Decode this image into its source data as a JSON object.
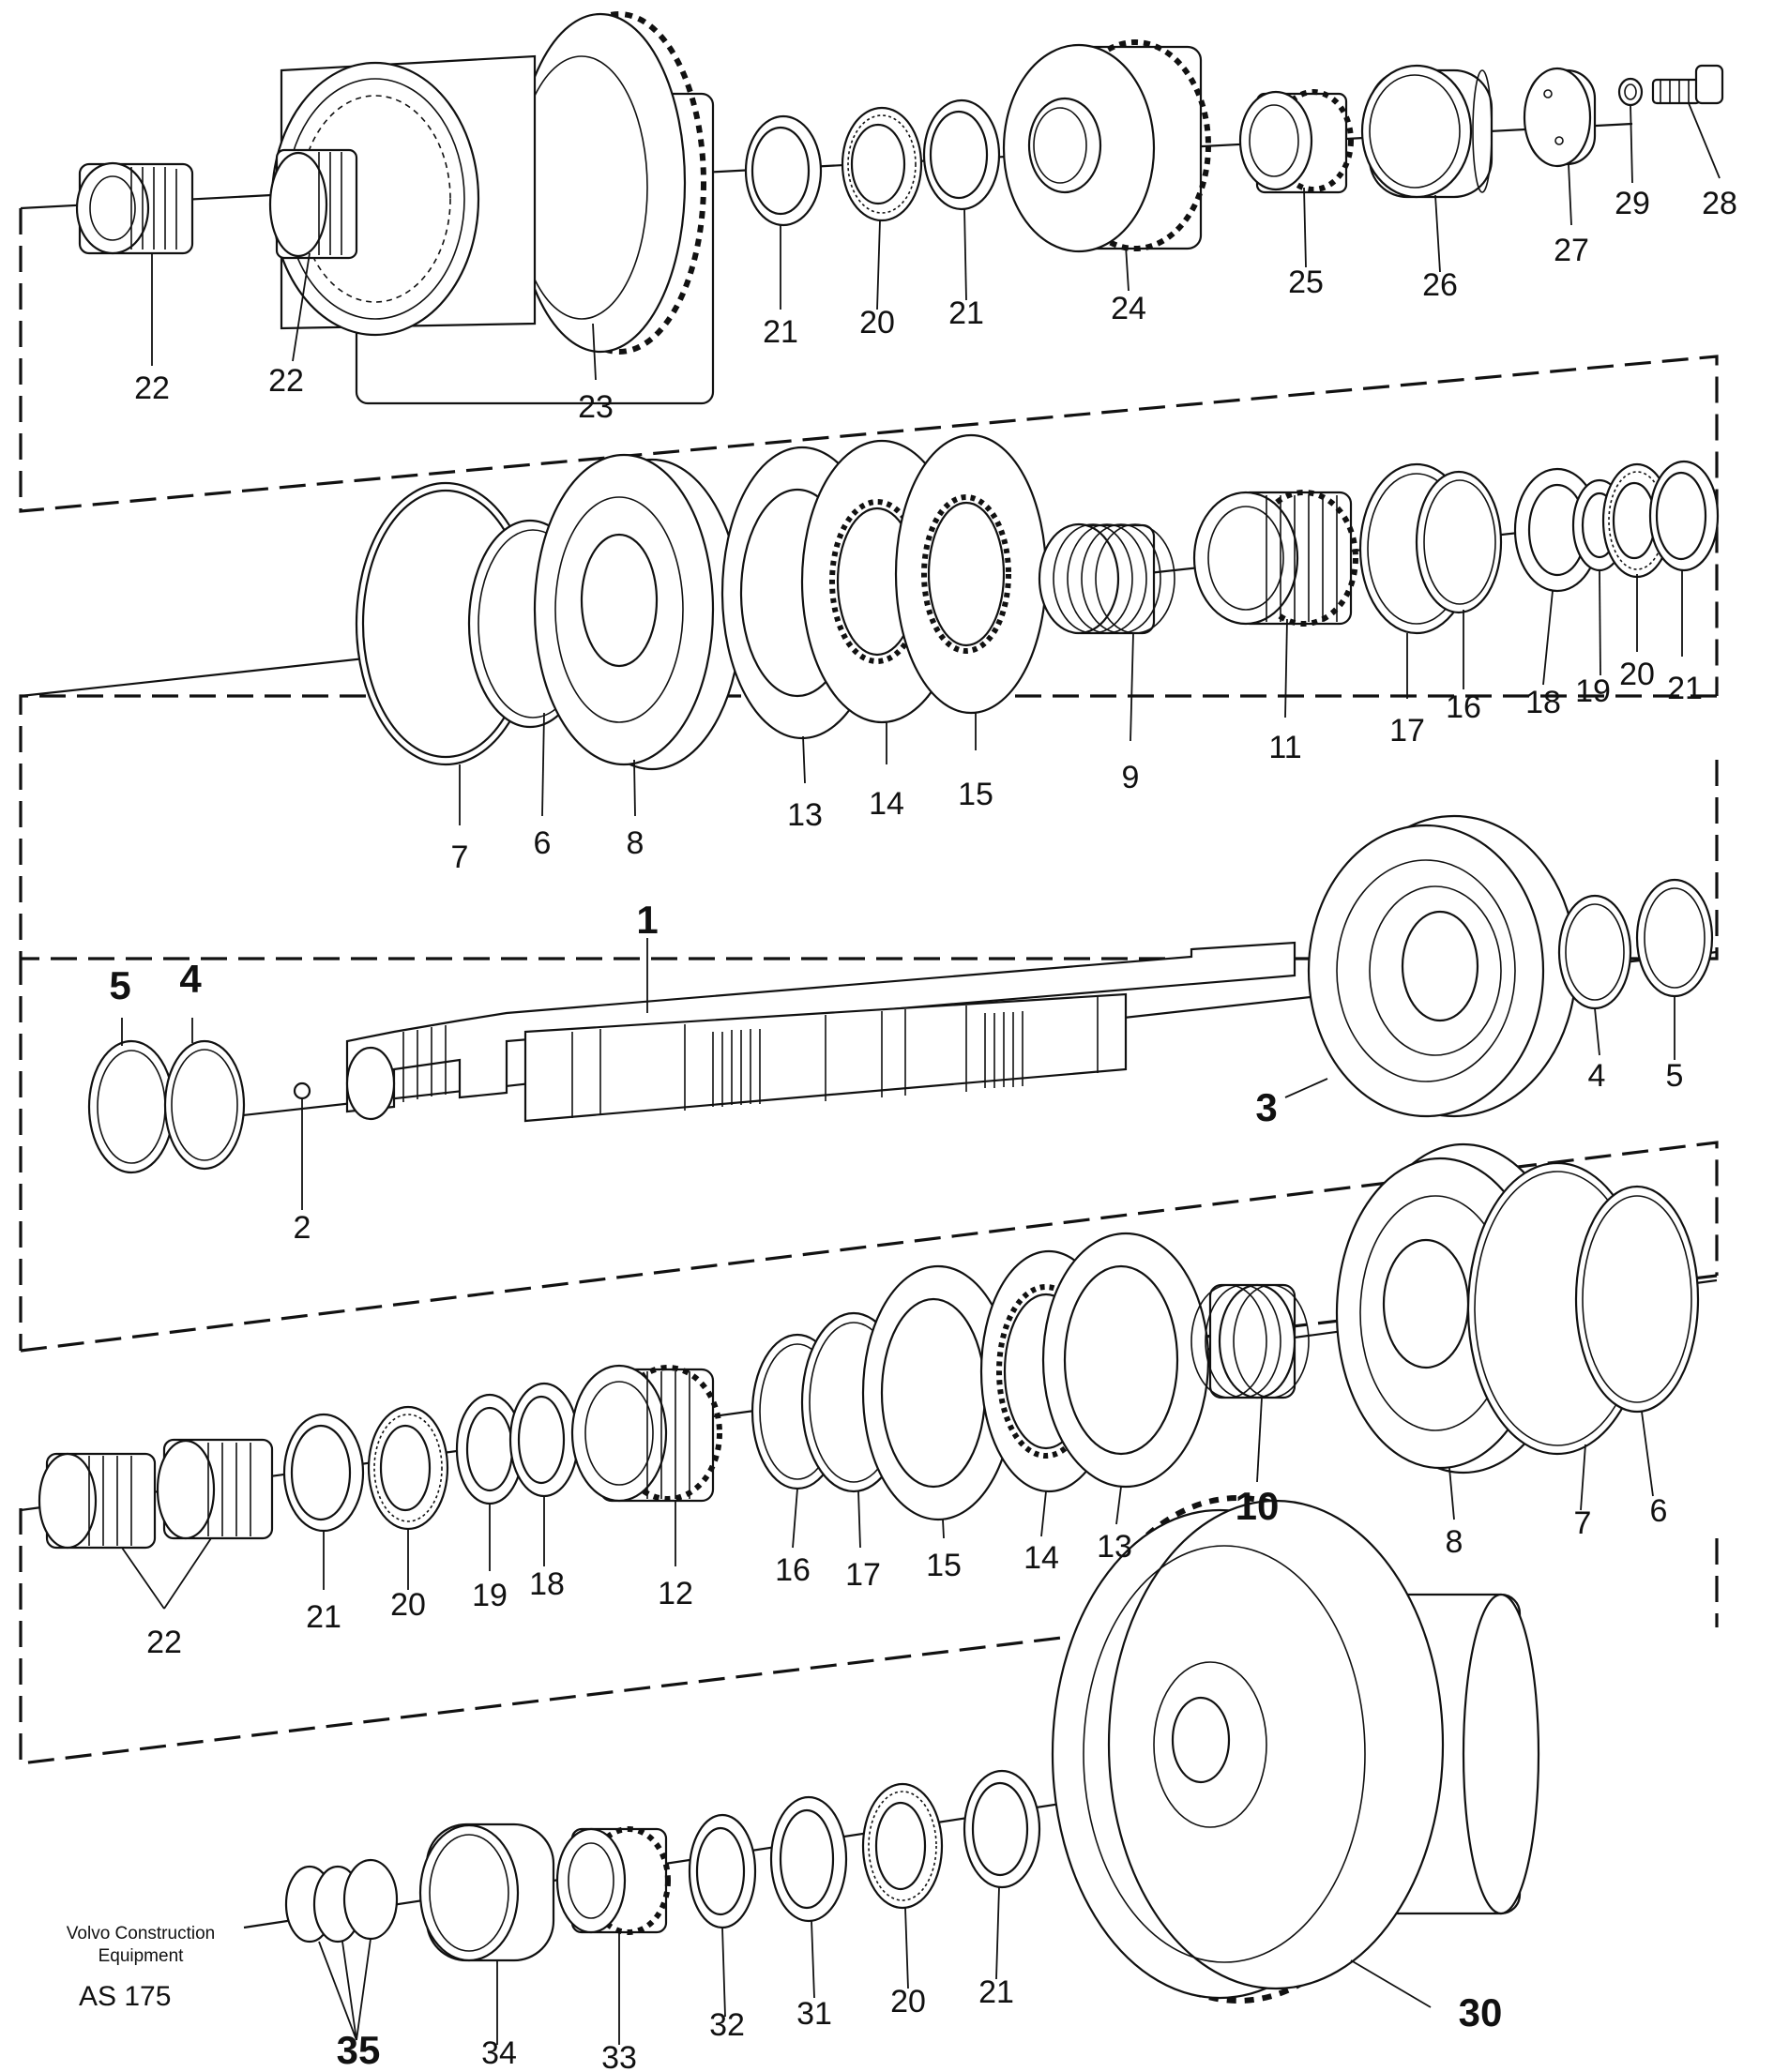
{
  "diagram": {
    "footer": {
      "company_line1": "Volvo Construction",
      "company_line2": "Equipment",
      "code": "AS 175"
    },
    "labels": [
      {
        "id": "l22a",
        "text": "22"
      },
      {
        "id": "l22b",
        "text": "22"
      },
      {
        "id": "l23",
        "text": "23"
      },
      {
        "id": "l21a",
        "text": "21"
      },
      {
        "id": "l20a",
        "text": "20"
      },
      {
        "id": "l21b",
        "text": "21"
      },
      {
        "id": "l24",
        "text": "24"
      },
      {
        "id": "l25",
        "text": "25"
      },
      {
        "id": "l26",
        "text": "26"
      },
      {
        "id": "l27",
        "text": "27"
      },
      {
        "id": "l29",
        "text": "29"
      },
      {
        "id": "l28",
        "text": "28"
      },
      {
        "id": "l7a",
        "text": "7"
      },
      {
        "id": "l6a",
        "text": "6"
      },
      {
        "id": "l8a",
        "text": "8"
      },
      {
        "id": "l13a",
        "text": "13"
      },
      {
        "id": "l14a",
        "text": "14"
      },
      {
        "id": "l15a",
        "text": "15"
      },
      {
        "id": "l9",
        "text": "9"
      },
      {
        "id": "l11",
        "text": "11"
      },
      {
        "id": "l17a",
        "text": "17"
      },
      {
        "id": "l16a",
        "text": "16"
      },
      {
        "id": "l18a",
        "text": "18"
      },
      {
        "id": "l19a",
        "text": "19"
      },
      {
        "id": "l20b",
        "text": "20"
      },
      {
        "id": "l21c",
        "text": "21"
      },
      {
        "id": "l1",
        "text": "1"
      },
      {
        "id": "l5a",
        "text": "5"
      },
      {
        "id": "l4a",
        "text": "4"
      },
      {
        "id": "l2",
        "text": "2"
      },
      {
        "id": "l3",
        "text": "3"
      },
      {
        "id": "l4b",
        "text": "4"
      },
      {
        "id": "l5b",
        "text": "5"
      },
      {
        "id": "l22c",
        "text": "22"
      },
      {
        "id": "l21d",
        "text": "21"
      },
      {
        "id": "l20c",
        "text": "20"
      },
      {
        "id": "l19b",
        "text": "19"
      },
      {
        "id": "l18b",
        "text": "18"
      },
      {
        "id": "l12",
        "text": "12"
      },
      {
        "id": "l16b",
        "text": "16"
      },
      {
        "id": "l17b",
        "text": "17"
      },
      {
        "id": "l15b",
        "text": "15"
      },
      {
        "id": "l14b",
        "text": "14"
      },
      {
        "id": "l13b",
        "text": "13"
      },
      {
        "id": "l10",
        "text": "10"
      },
      {
        "id": "l8b",
        "text": "8"
      },
      {
        "id": "l7b",
        "text": "7"
      },
      {
        "id": "l6b",
        "text": "6"
      },
      {
        "id": "l35",
        "text": "35"
      },
      {
        "id": "l34",
        "text": "34"
      },
      {
        "id": "l33",
        "text": "33"
      },
      {
        "id": "l32",
        "text": "32"
      },
      {
        "id": "l31",
        "text": "31"
      },
      {
        "id": "l20d",
        "text": "20"
      },
      {
        "id": "l21e",
        "text": "21"
      },
      {
        "id": "l30",
        "text": "30"
      }
    ]
  }
}
